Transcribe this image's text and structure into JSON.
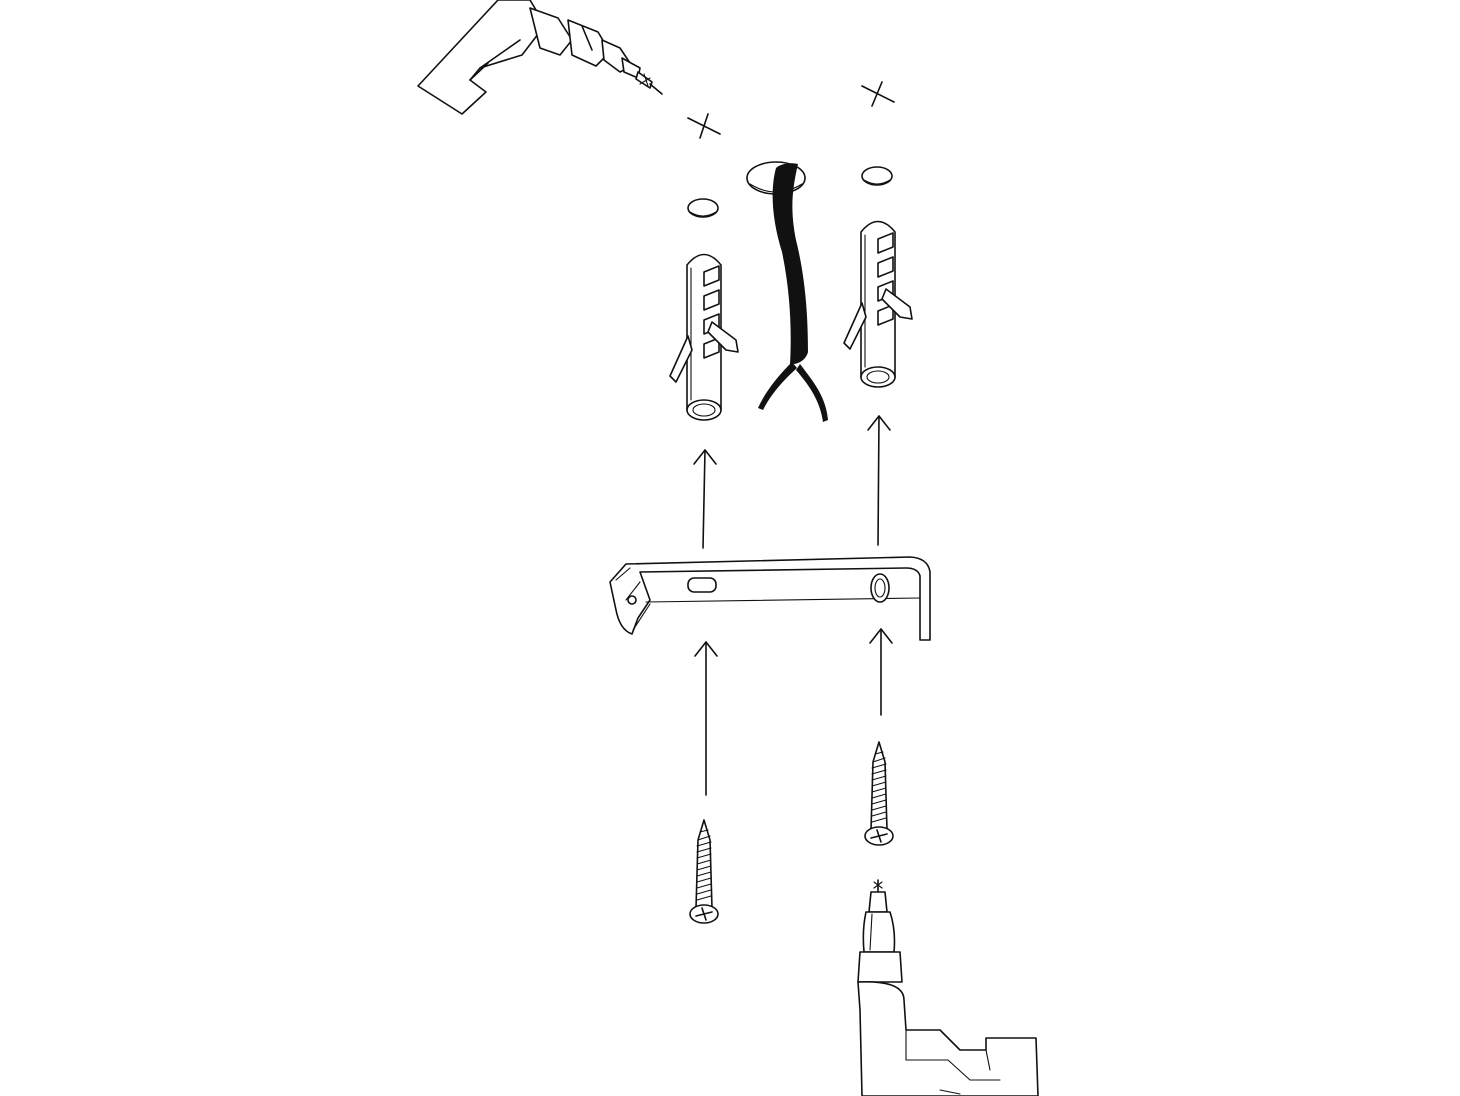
{
  "diagram": {
    "kind": "wall-bracket-mounting-instructions",
    "steps": [
      {
        "name": "mark-drill-points",
        "marks": 2
      },
      {
        "name": "insert-wall-plugs",
        "plugs": 2
      },
      {
        "name": "route-cable"
      },
      {
        "name": "attach-bracket"
      },
      {
        "name": "drive-screws",
        "screws": 2
      }
    ],
    "colors": {
      "ink": "#111111",
      "background": "#ffffff",
      "cable": "#111111"
    },
    "icons": [
      "drill-icon",
      "cross-mark-icon",
      "wall-plug-icon",
      "cable-icon",
      "bracket-icon",
      "screw-icon",
      "arrow-up-icon"
    ]
  }
}
